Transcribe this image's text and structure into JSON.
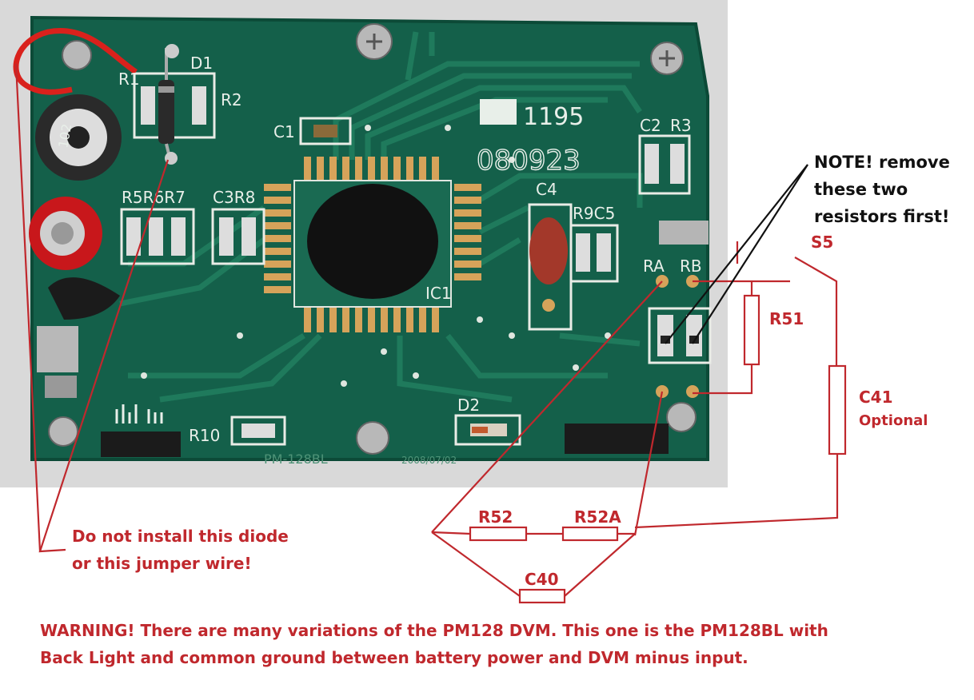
{
  "colors": {
    "pcb_green": "#14604a",
    "pcb_trace": "#1f7a5c",
    "pad_white": "#e9ece6",
    "annotation_red": "#c0282d",
    "annotation_black": "#111111",
    "jumper_red": "#d9211c"
  },
  "board": {
    "logo_number": "1195",
    "date_code": "080923",
    "model": "PM-128BL",
    "date_stamp": "2008/07/02",
    "labels": {
      "d1": "D1",
      "r1": "R1",
      "r2": "R2",
      "c1": "C1",
      "c2": "C2",
      "r3": "R3",
      "c4": "C4",
      "r9c5": "R9C5",
      "r5r6r7": "R5R6R7",
      "c3r8": "C3R8",
      "ra": "RA",
      "rb": "RB",
      "ic1": "IC1",
      "d2": "D2",
      "r10": "R10",
      "pot": "102"
    }
  },
  "annotations": {
    "note_line1": "NOTE! remove",
    "note_line2": "these two",
    "note_line3": "resistors first!",
    "s5": "S5",
    "r51": "R51",
    "c41": "C41",
    "optional": "Optional",
    "r52": "R52",
    "r52a": "R52A",
    "c40": "C40",
    "diode_line1": "Do not install this diode",
    "diode_line2": "or this jumper wire!",
    "warning_line1": "WARNING!  There are many variations of the PM128 DVM.  This one is the PM128BL with",
    "warning_line2": "Back Light and common ground between battery power and DVM minus input."
  }
}
